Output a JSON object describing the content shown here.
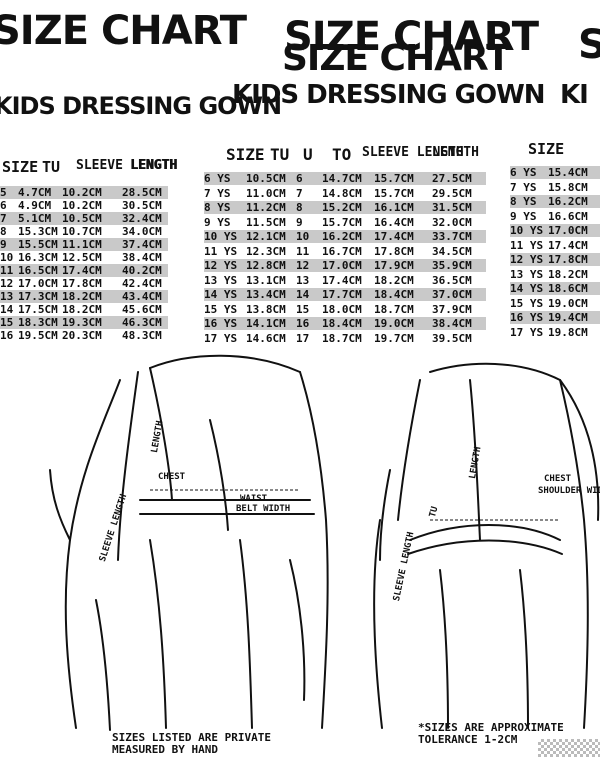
{
  "left_panel": {
    "title": "SIZE CHART",
    "subtitle": "KIDS DRESSING GOWN",
    "headers": [
      "SIZE",
      "TU",
      "SLEEVE LENGTH",
      "LENGTH"
    ],
    "rows": [
      [
        "5",
        "4.7CM",
        "10.2CM",
        "28.5CM"
      ],
      [
        "6",
        "4.9CM",
        "10.2CM",
        "30.5CM"
      ],
      [
        "7",
        "5.1CM",
        "10.5CM",
        "32.4CM"
      ],
      [
        "8",
        "15.3CM",
        "10.7CM",
        "34.0CM"
      ],
      [
        "9",
        "15.5CM",
        "11.1CM",
        "37.4CM"
      ],
      [
        "10",
        "16.3CM",
        "12.5CM",
        "38.4CM"
      ],
      [
        "11",
        "16.5CM",
        "17.4CM",
        "40.2CM"
      ],
      [
        "12",
        "17.0CM",
        "17.8CM",
        "42.4CM"
      ],
      [
        "13",
        "17.3CM",
        "18.2CM",
        "43.4CM"
      ],
      [
        "14",
        "17.5CM",
        "18.2CM",
        "45.6CM"
      ],
      [
        "15",
        "18.3CM",
        "19.3CM",
        "46.3CM"
      ],
      [
        "16",
        "19.5CM",
        "20.3CM",
        "48.3CM"
      ]
    ]
  },
  "center_panel": {
    "title": "SIZE CHART",
    "title_echo": "SIZE CHART",
    "subtitle": "KIDS DRESSING GOWN",
    "headers": [
      "SIZE",
      "TU",
      "U",
      "TO",
      "SLEEVE LENGTH",
      "LENGTH"
    ],
    "rows": [
      [
        "6 YS",
        "10.5CM",
        "6",
        "14.7CM",
        "15.7CM",
        "27.5CM"
      ],
      [
        "7 YS",
        "11.0CM",
        "7",
        "14.8CM",
        "15.7CM",
        "29.5CM"
      ],
      [
        "8 YS",
        "11.2CM",
        "8",
        "15.2CM",
        "16.1CM",
        "31.5CM"
      ],
      [
        "9 YS",
        "11.5CM",
        "9",
        "15.7CM",
        "16.4CM",
        "32.0CM"
      ],
      [
        "10 YS",
        "12.1CM",
        "10",
        "16.2CM",
        "17.4CM",
        "33.7CM"
      ],
      [
        "11 YS",
        "12.3CM",
        "11",
        "16.7CM",
        "17.8CM",
        "34.5CM"
      ],
      [
        "12 YS",
        "12.8CM",
        "12",
        "17.0CM",
        "17.9CM",
        "35.9CM"
      ],
      [
        "13 YS",
        "13.1CM",
        "13",
        "17.4CM",
        "18.2CM",
        "36.5CM"
      ],
      [
        "14 YS",
        "13.4CM",
        "14",
        "17.7CM",
        "18.4CM",
        "37.0CM"
      ],
      [
        "15 YS",
        "13.8CM",
        "15",
        "18.0CM",
        "18.7CM",
        "37.9CM"
      ],
      [
        "16 YS",
        "14.1CM",
        "16",
        "18.4CM",
        "19.0CM",
        "38.4CM"
      ],
      [
        "17 YS",
        "14.6CM",
        "17",
        "18.7CM",
        "19.7CM",
        "39.5CM"
      ]
    ]
  },
  "right_panel": {
    "title_fragment": "S",
    "subtitle_fragment": "KI",
    "header": "SIZE",
    "rows": [
      [
        "6 YS",
        "15.4CM"
      ],
      [
        "7 YS",
        "15.8CM"
      ],
      [
        "8 YS",
        "16.2CM"
      ],
      [
        "9 YS",
        "16.6CM"
      ],
      [
        "10 YS",
        "17.0CM"
      ],
      [
        "11 YS",
        "17.4CM"
      ],
      [
        "12 YS",
        "17.8CM"
      ],
      [
        "13 YS",
        "18.2CM"
      ],
      [
        "14 YS",
        "18.6CM"
      ],
      [
        "15 YS",
        "19.0CM"
      ],
      [
        "16 YS",
        "19.4CM"
      ],
      [
        "17 YS",
        "19.8CM"
      ]
    ]
  },
  "figure_labels": {
    "left_chest": "CHEST",
    "left_length": "LENGTH",
    "left_sleeve": "SLEEVE LENGTH",
    "left_waist": "WAIST",
    "left_waist_note": "BELT WIDTH",
    "right_sleeve": "SLEEVE LENGTH",
    "right_tu": "TU",
    "right_length": "LENGTH",
    "right_chest": "CHEST",
    "right_shoulder": "SHOULDER WIDTH"
  },
  "footnotes": {
    "left": [
      "SIZES LISTED ARE PRIVATE",
      "MEASURED BY HAND"
    ],
    "right": [
      "*SIZES ARE APPROXIMATE",
      "TOLERANCE 1-2CM"
    ]
  }
}
